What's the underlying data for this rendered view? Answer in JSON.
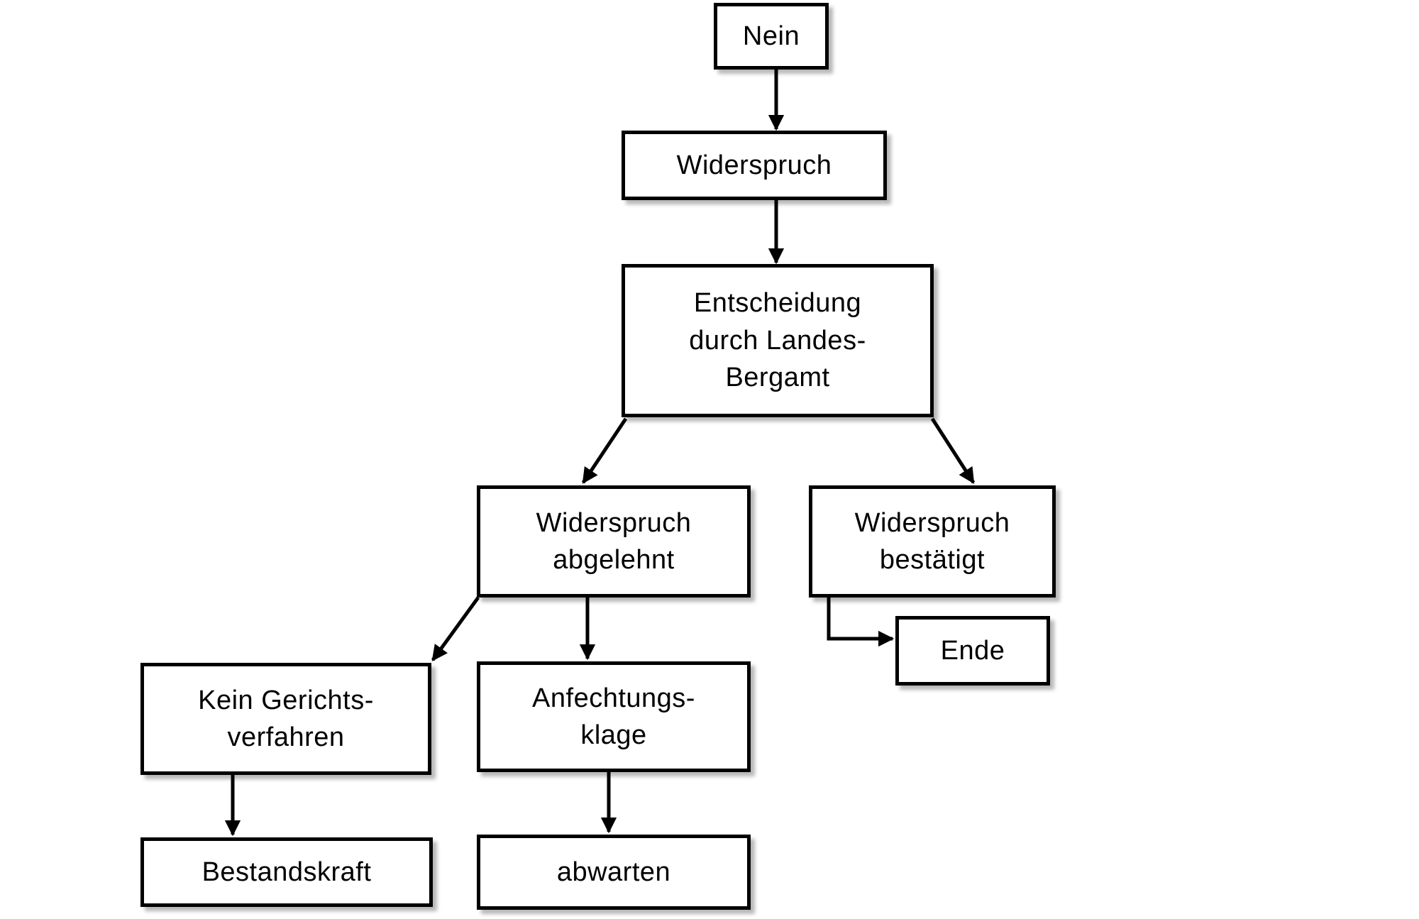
{
  "nodes": {
    "nein": "Nein",
    "widerspruch": "Widerspruch",
    "entscheidung": "Entscheidung\ndurch Landes-\nBergamt",
    "abgelehnt": "Widerspruch\nabgelehnt",
    "bestaetigt": "Widerspruch\nbestätigt",
    "ende": "Ende",
    "kein_gerichtsverfahren": "Kein Gerichts-\nverfahren",
    "anfechtungsklage": "Anfechtungs-\nklage",
    "bestandskraft": "Bestandskraft",
    "abwarten": "abwarten"
  },
  "colors": {
    "stroke": "#000000",
    "background": "#ffffff"
  }
}
